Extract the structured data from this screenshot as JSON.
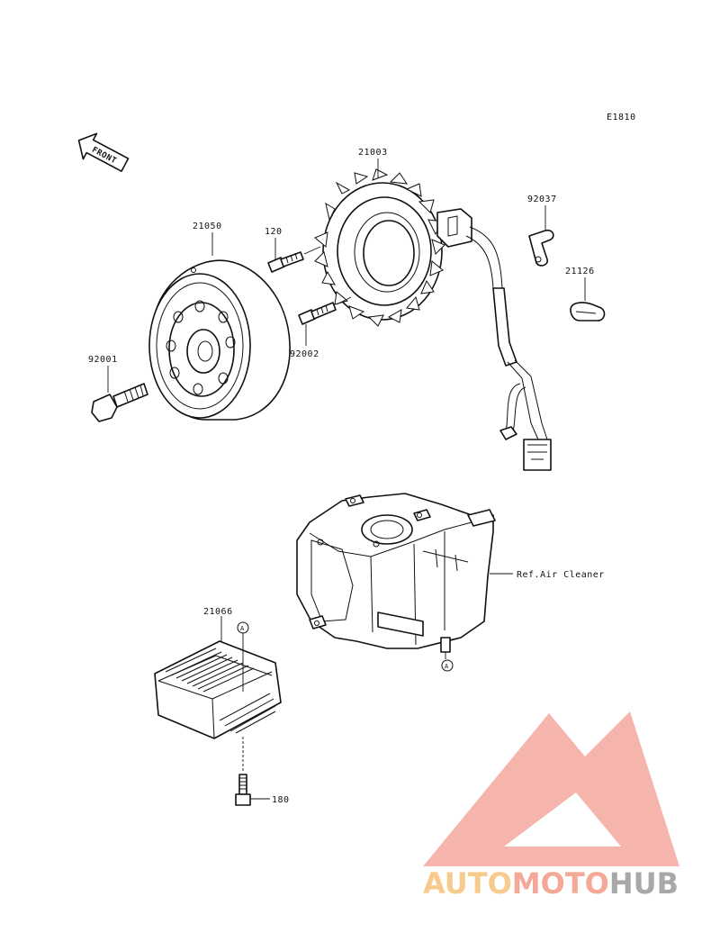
{
  "diagram_code": "E1810",
  "front_label": "FRONT",
  "parts": {
    "stator": "21003",
    "flywheel": "21050",
    "bolt_120": "120",
    "bolt_92002": "92002",
    "bolt_92001": "92001",
    "clamp_92037": "92037",
    "clamp_21126": "21126",
    "regulator": "21066",
    "bolt_180": "180"
  },
  "callout_a": "A",
  "ref_text": "Ref.Air Cleaner",
  "watermark": {
    "brand": "AUTOMOTOHUB",
    "colors": {
      "logo": "#f08a7e",
      "auto": "#f6c27a",
      "moto": "#f39a86",
      "hub": "#9a9a9a"
    }
  }
}
